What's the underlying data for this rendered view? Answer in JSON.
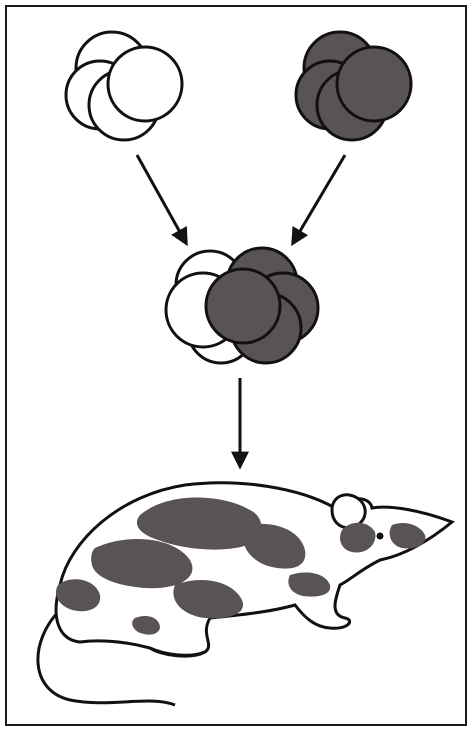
{
  "diagram": {
    "colors": {
      "frame": "#1a1a1a",
      "background": "#ffffff",
      "dark_cell": "#5a5353",
      "light_cell": "#ffffff",
      "outline": "#111111"
    },
    "nodes": [
      {
        "id": "white-embryo",
        "name": "light-cell-cluster",
        "fill": "light"
      },
      {
        "id": "dark-embryo",
        "name": "dark-cell-cluster",
        "fill": "dark"
      },
      {
        "id": "aggregate-embryo",
        "name": "mixed-cell-aggregate",
        "fill": "mixed"
      },
      {
        "id": "chimera-mouse",
        "name": "chimeric-mouse",
        "fill": "mixed"
      }
    ],
    "edges": [
      {
        "from": "white-embryo",
        "to": "aggregate-embryo"
      },
      {
        "from": "dark-embryo",
        "to": "aggregate-embryo"
      },
      {
        "from": "aggregate-embryo",
        "to": "chimera-mouse"
      }
    ]
  }
}
